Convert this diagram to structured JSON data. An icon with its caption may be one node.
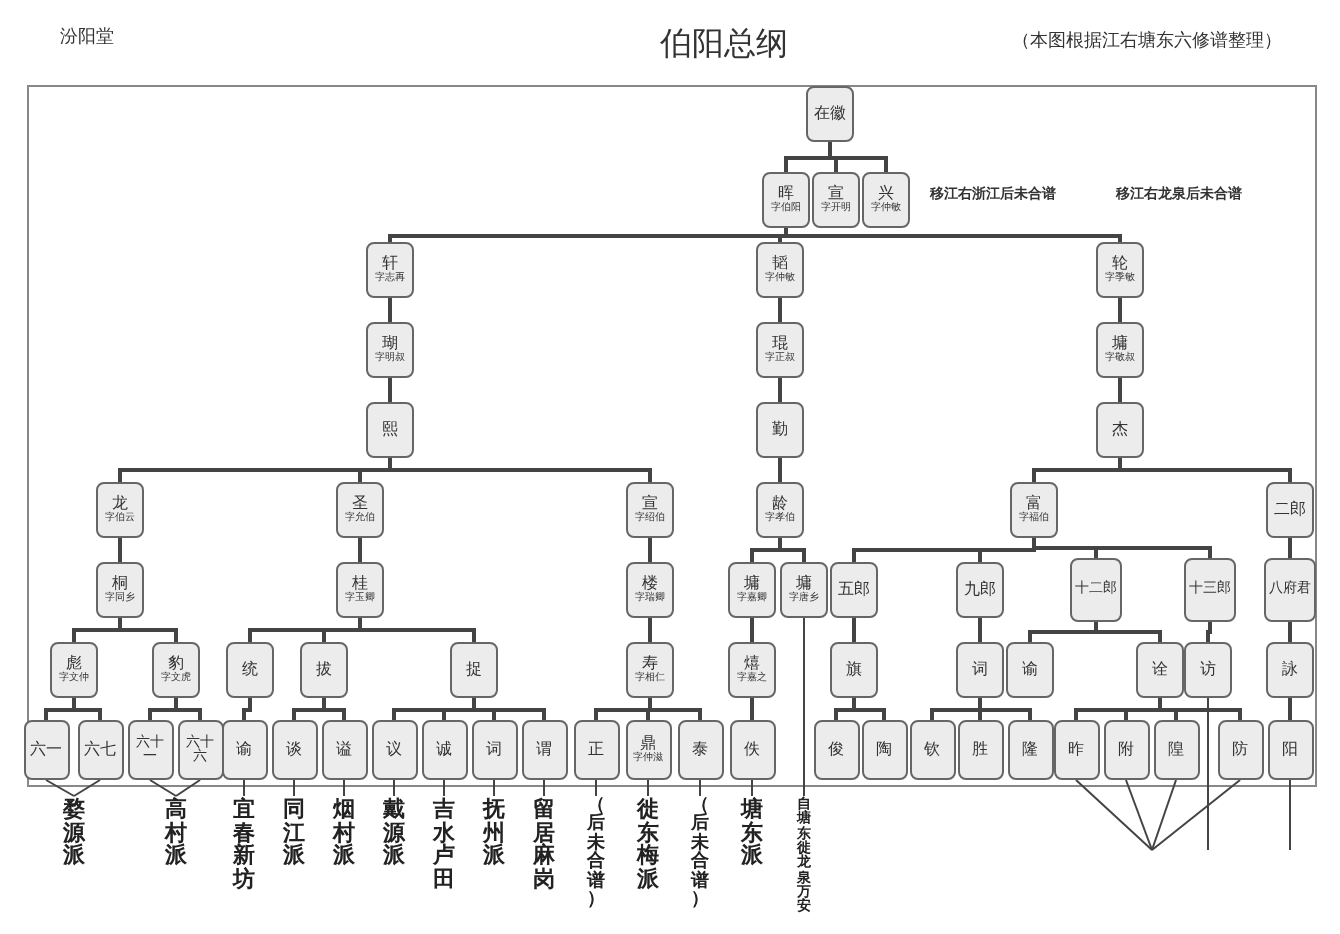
{
  "diagram": {
    "title": "伯阳总纲",
    "nodes": [
      {
        "text": [
          "在徽"
        ]
      },
      {
        "text": [
          "晖",
          "字伯阳"
        ]
      },
      {
        "text": [
          "宣",
          "字开明"
        ]
      },
      {
        "text": [
          "兴",
          "字仲敏"
        ]
      },
      {
        "text": [
          "轩",
          "字志再"
        ]
      },
      {
        "text": [
          "韬",
          "字仲敏"
        ]
      },
      {
        "text": [
          "轮",
          "字季敏"
        ]
      },
      {
        "text": [
          "瑚",
          "字明叔"
        ]
      },
      {
        "text": [
          "琨",
          "字正叔"
        ]
      },
      {
        "text": [
          "墉",
          "字敬叔"
        ]
      },
      {
        "text": [
          "熙"
        ]
      },
      {
        "text": [
          "勤"
        ]
      },
      {
        "text": [
          "杰"
        ]
      },
      {
        "text": [
          "龙",
          "字伯云"
        ]
      },
      {
        "text": [
          "圣",
          "字允伯"
        ]
      },
      {
        "text": [
          "宣",
          "字绍伯"
        ]
      },
      {
        "text": [
          "龄",
          "字孝伯"
        ]
      },
      {
        "text": [
          "富",
          "字福伯"
        ]
      },
      {
        "text": [
          "二郎"
        ]
      },
      {
        "text": [
          "桐",
          "字同乡"
        ]
      },
      {
        "text": [
          "桂",
          "字玉卿"
        ]
      },
      {
        "text": [
          "楼",
          "字瑞卿"
        ]
      },
      {
        "text": [
          "墉",
          "字嘉卿"
        ]
      },
      {
        "text": [
          "墉",
          "字唐乡"
        ]
      },
      {
        "text": [
          "五郎"
        ]
      },
      {
        "text": [
          "九郎"
        ]
      },
      {
        "text": [
          "十二郎"
        ]
      },
      {
        "text": [
          "十三郎"
        ]
      },
      {
        "text": [
          "八府君"
        ]
      },
      {
        "text": [
          "彪",
          "字文仲"
        ]
      },
      {
        "text": [
          "豹",
          "字文虎"
        ]
      },
      {
        "text": [
          "统"
        ]
      },
      {
        "text": [
          "拔"
        ]
      },
      {
        "text": [
          "捉"
        ]
      },
      {
        "text": [
          "寿",
          "字相仁"
        ]
      },
      {
        "text": [
          "熺",
          "字嘉之"
        ]
      },
      {
        "text": [
          "旗"
        ]
      },
      {
        "text": [
          "词"
        ]
      },
      {
        "text": [
          "谕"
        ]
      },
      {
        "text": [
          "诠"
        ]
      },
      {
        "text": [
          "访"
        ]
      },
      {
        "text": [
          "詠"
        ]
      },
      {
        "text": [
          "六一"
        ]
      },
      {
        "text": [
          "六七"
        ]
      },
      {
        "text": [
          "六十一"
        ]
      },
      {
        "text": [
          "六十六"
        ]
      },
      {
        "text": [
          "谕"
        ]
      },
      {
        "text": [
          "谈"
        ]
      },
      {
        "text": [
          "谥"
        ]
      },
      {
        "text": [
          "议"
        ]
      },
      {
        "text": [
          "诚"
        ]
      },
      {
        "text": [
          "词"
        ]
      },
      {
        "text": [
          "谓"
        ]
      },
      {
        "text": [
          "正"
        ]
      },
      {
        "text": [
          "鼎",
          "字仲滋"
        ]
      },
      {
        "text": [
          "泰"
        ]
      },
      {
        "text": [
          "佚"
        ]
      },
      {
        "text": [
          "俊"
        ]
      },
      {
        "text": [
          "陶"
        ]
      },
      {
        "text": [
          "钦"
        ]
      },
      {
        "text": [
          "胜"
        ]
      },
      {
        "text": [
          "隆"
        ]
      },
      {
        "text": [
          "昨"
        ]
      },
      {
        "text": [
          "附"
        ]
      },
      {
        "text": [
          "隍"
        ]
      },
      {
        "text": [
          "防"
        ]
      },
      {
        "text": [
          "阳"
        ]
      },
      {
        "text": [
          "婺源派"
        ]
      },
      {
        "text": [
          "高村派"
        ]
      },
      {
        "text": [
          "宜春新坊"
        ]
      },
      {
        "text": [
          "同江派"
        ]
      },
      {
        "text": [
          "烟村派"
        ]
      },
      {
        "text": [
          "戴源派"
        ]
      },
      {
        "text": [
          "吉水卢田"
        ]
      },
      {
        "text": [
          "抚州派"
        ]
      },
      {
        "text": [
          "留居麻岗"
        ]
      },
      {
        "text": [
          "（后未合谱）"
        ]
      },
      {
        "text": [
          "徙东梅派"
        ]
      },
      {
        "text": [
          "（后未合谱）"
        ]
      },
      {
        "text": [
          "塘东派"
        ]
      },
      {
        "text": [
          "自塘东徙龙泉万安"
        ]
      }
    ],
    "edges": [
      {
        "from": 0,
        "to": 1,
        "arrow": "none"
      },
      {
        "from": 0,
        "to": 2,
        "arrow": "none"
      },
      {
        "from": 0,
        "to": 3,
        "arrow": "none"
      },
      {
        "from": 1,
        "to": 4,
        "arrow": "none"
      },
      {
        "from": 1,
        "to": 5,
        "arrow": "none"
      },
      {
        "from": 1,
        "to": 6,
        "arrow": "none"
      },
      {
        "from": 4,
        "to": 7,
        "arrow": "none"
      },
      {
        "from": 5,
        "to": 8,
        "arrow": "none"
      },
      {
        "from": 6,
        "to": 9,
        "arrow": "none"
      },
      {
        "from": 7,
        "to": 10,
        "arrow": "none"
      },
      {
        "from": 8,
        "to": 11,
        "arrow": "none"
      },
      {
        "from": 9,
        "to": 12,
        "arrow": "none"
      },
      {
        "from": 10,
        "to": 13,
        "arrow": "none"
      },
      {
        "from": 10,
        "to": 14,
        "arrow": "none"
      },
      {
        "from": 10,
        "to": 15,
        "arrow": "none"
      },
      {
        "from": 11,
        "to": 16,
        "arrow": "none"
      },
      {
        "from": 12,
        "to": 17,
        "arrow": "none"
      },
      {
        "from": 12,
        "to": 18,
        "arrow": "none"
      },
      {
        "from": 13,
        "to": 19,
        "arrow": "none"
      },
      {
        "from": 14,
        "to": 20,
        "arrow": "none"
      },
      {
        "from": 15,
        "to": 21,
        "arrow": "none"
      },
      {
        "from": 16,
        "to": 22,
        "arrow": "none"
      },
      {
        "from": 16,
        "to": 23,
        "arrow": "none"
      },
      {
        "from": 17,
        "to": 24,
        "arrow": "none"
      },
      {
        "from": 17,
        "to": 25,
        "arrow": "none"
      },
      {
        "from": 17,
        "to": 26,
        "arrow": "none"
      },
      {
        "from": 17,
        "to": 27,
        "arrow": "none"
      },
      {
        "from": 18,
        "to": 28,
        "arrow": "none"
      },
      {
        "from": 19,
        "to": 29,
        "arrow": "none"
      },
      {
        "from": 19,
        "to": 30,
        "arrow": "none"
      },
      {
        "from": 20,
        "to": 31,
        "arrow": "none"
      },
      {
        "from": 20,
        "to": 32,
        "arrow": "none"
      },
      {
        "from": 20,
        "to": 33,
        "arrow": "none"
      },
      {
        "from": 21,
        "to": 34,
        "arrow": "none"
      },
      {
        "from": 22,
        "to": 35,
        "arrow": "none"
      },
      {
        "from": 24,
        "to": 36,
        "arrow": "none"
      },
      {
        "from": 25,
        "to": 37,
        "arrow": "none"
      },
      {
        "from": 26,
        "to": 38,
        "arrow": "none"
      },
      {
        "from": 26,
        "to": 39,
        "arrow": "none"
      },
      {
        "from": 27,
        "to": 40,
        "arrow": "none"
      },
      {
        "from": 28,
        "to": 41,
        "arrow": "none"
      },
      {
        "from": 29,
        "to": 42,
        "arrow": "none"
      },
      {
        "from": 29,
        "to": 43,
        "arrow": "none"
      },
      {
        "from": 30,
        "to": 44,
        "arrow": "none"
      },
      {
        "from": 30,
        "to": 45,
        "arrow": "none"
      },
      {
        "from": 31,
        "to": 46,
        "arrow": "none"
      },
      {
        "from": 32,
        "to": 47,
        "arrow": "none"
      },
      {
        "from": 32,
        "to": 48,
        "arrow": "none"
      },
      {
        "from": 33,
        "to": 49,
        "arrow": "none"
      },
      {
        "from": 33,
        "to": 50,
        "arrow": "none"
      },
      {
        "from": 33,
        "to": 51,
        "arrow": "none"
      },
      {
        "from": 33,
        "to": 52,
        "arrow": "none"
      },
      {
        "from": 34,
        "to": 53,
        "arrow": "none"
      },
      {
        "from": 34,
        "to": 54,
        "arrow": "none"
      },
      {
        "from": 34,
        "to": 55,
        "arrow": "none"
      },
      {
        "from": 35,
        "to": 56,
        "arrow": "none"
      },
      {
        "from": 36,
        "to": 57,
        "arrow": "none"
      },
      {
        "from": 36,
        "to": 58,
        "arrow": "none"
      },
      {
        "from": 37,
        "to": 59,
        "arrow": "none"
      },
      {
        "from": 37,
        "to": 60,
        "arrow": "none"
      },
      {
        "from": 37,
        "to": 61,
        "arrow": "none"
      },
      {
        "from": 39,
        "to": 62,
        "arrow": "none"
      },
      {
        "from": 39,
        "to": 63,
        "arrow": "none"
      },
      {
        "from": 39,
        "to": 64,
        "arrow": "none"
      },
      {
        "from": 39,
        "to": 65,
        "arrow": "none"
      },
      {
        "from": 41,
        "to": 66,
        "arrow": "none"
      },
      {
        "from": 42,
        "to": 67,
        "arrow": "none"
      },
      {
        "from": 43,
        "to": 67,
        "arrow": "none"
      },
      {
        "from": 44,
        "to": 68,
        "arrow": "none"
      },
      {
        "from": 45,
        "to": 68,
        "arrow": "none"
      },
      {
        "from": 46,
        "to": 69,
        "arrow": "none"
      },
      {
        "from": 47,
        "to": 70,
        "arrow": "none"
      },
      {
        "from": 48,
        "to": 71,
        "arrow": "none"
      },
      {
        "from": 49,
        "to": 72,
        "arrow": "none"
      },
      {
        "from": 50,
        "to": 73,
        "arrow": "none"
      },
      {
        "from": 51,
        "to": 74,
        "arrow": "none"
      },
      {
        "from": 52,
        "to": 75,
        "arrow": "none"
      },
      {
        "from": 53,
        "to": 76,
        "arrow": "none"
      },
      {
        "from": 54,
        "to": 77,
        "arrow": "none"
      },
      {
        "from": 55,
        "to": 78,
        "arrow": "none"
      },
      {
        "from": 56,
        "to": 79,
        "arrow": "none"
      },
      {
        "from": 23,
        "to": 80,
        "arrow": "none"
      },
      {
        "from": 62,
        "to": null,
        "arrow": "none"
      },
      {
        "from": 63,
        "to": null,
        "arrow": "none"
      },
      {
        "from": 64,
        "to": null,
        "arrow": "none"
      },
      {
        "from": 65,
        "to": null,
        "arrow": "none"
      },
      {
        "from": 40,
        "to": null,
        "arrow": "none"
      },
      {
        "from": 66,
        "to": null,
        "arrow": "none"
      }
    ],
    "labels": [
      "汾阳堂",
      "（本图根据江右塘东六修谱整理）",
      "移江右浙江后未合谱",
      "移江右龙泉后未合谱"
    ]
  }
}
